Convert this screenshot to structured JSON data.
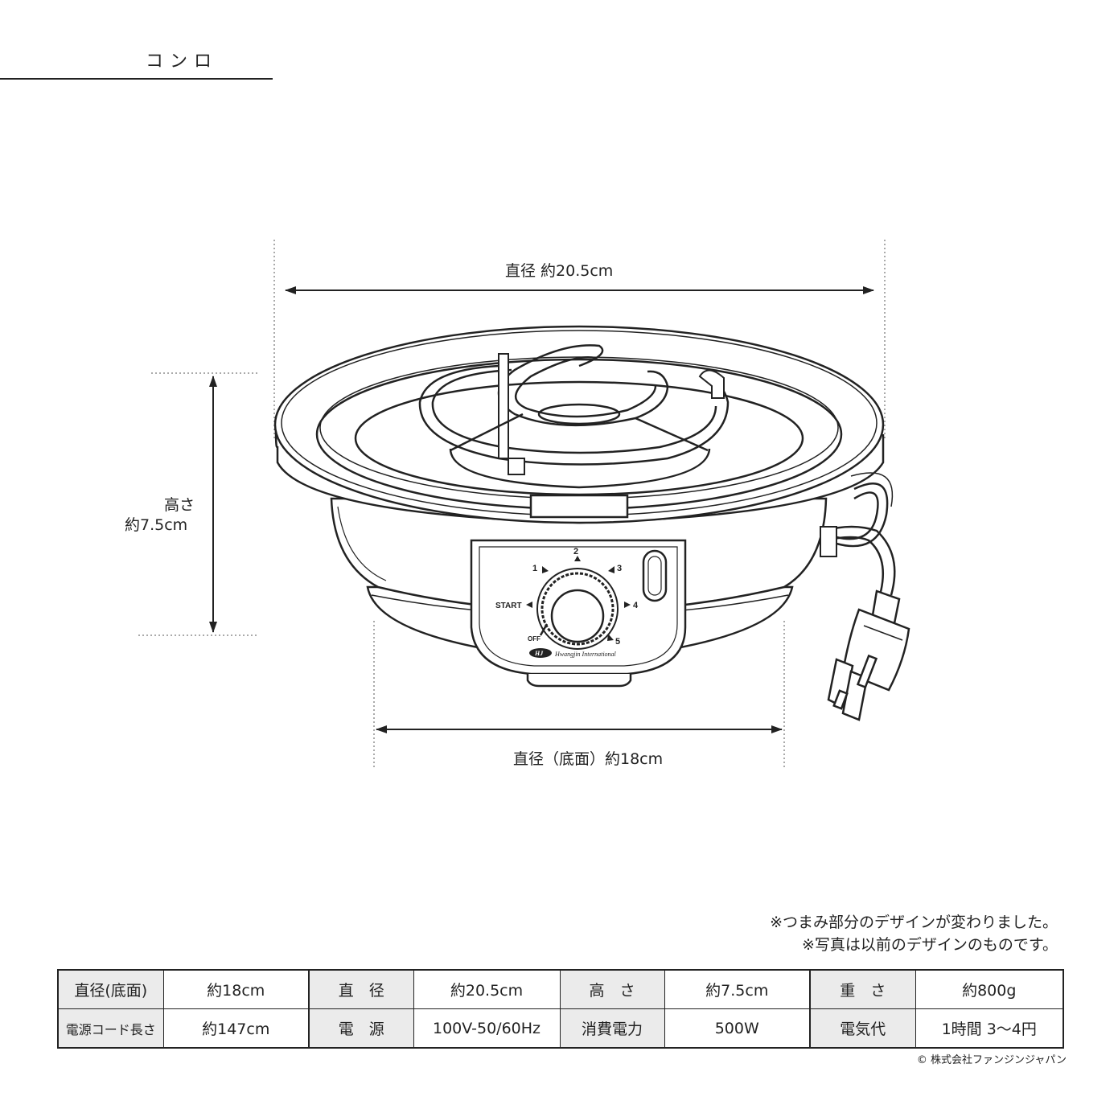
{
  "page_title": "コンロ",
  "dimensions": {
    "diameter_top": "直径 約20.5cm",
    "height_line1": "高さ",
    "height_line2": "約7.5cm",
    "diameter_bottom": "直径（底面）約18cm"
  },
  "knob": {
    "labels": [
      "1",
      "2",
      "3",
      "4",
      "5"
    ],
    "start": "START",
    "off": "OFF",
    "brand": "Hwangjin International",
    "logo": "HJ"
  },
  "notes": [
    "※つまみ部分のデザインが変わりました。",
    "※写真は以前のデザインのものです。"
  ],
  "specs": {
    "rows": [
      [
        {
          "label": "直径(底面)",
          "value": "約18cm"
        },
        {
          "label": "直　径",
          "value": "約20.5cm"
        },
        {
          "label": "高　さ",
          "value": "約7.5cm"
        },
        {
          "label": "重　さ",
          "value": "約800g"
        }
      ],
      [
        {
          "label": "電源コード長さ",
          "value": "約147cm"
        },
        {
          "label": "電　源",
          "value": "100V-50/60Hz"
        },
        {
          "label": "消費電力",
          "value": "500W"
        },
        {
          "label": "電気代",
          "value": "1時間 3〜4円"
        }
      ]
    ]
  },
  "copyright": "© 株式会社ファンジンジャパン"
}
